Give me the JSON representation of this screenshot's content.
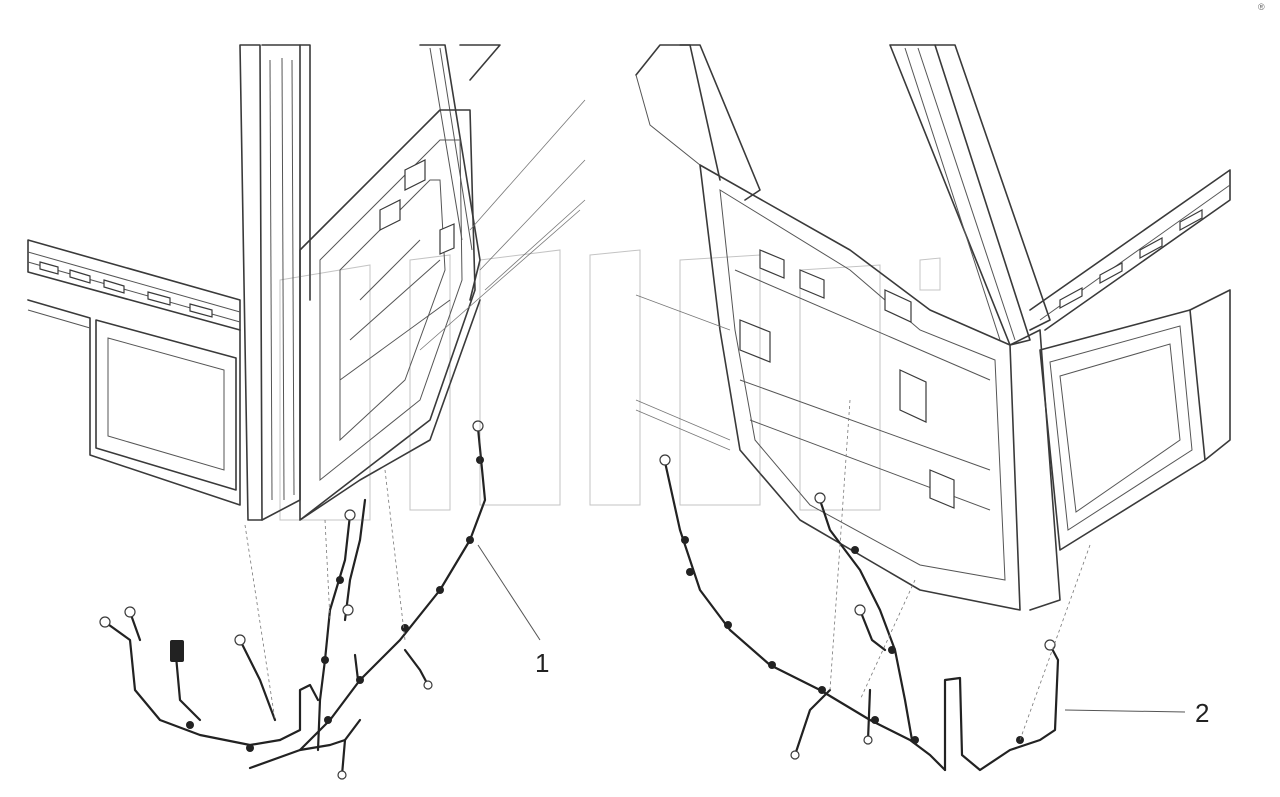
{
  "callouts": [
    {
      "id": "1",
      "label": "1"
    },
    {
      "id": "2",
      "label": "2"
    }
  ],
  "corner_mark": "®"
}
